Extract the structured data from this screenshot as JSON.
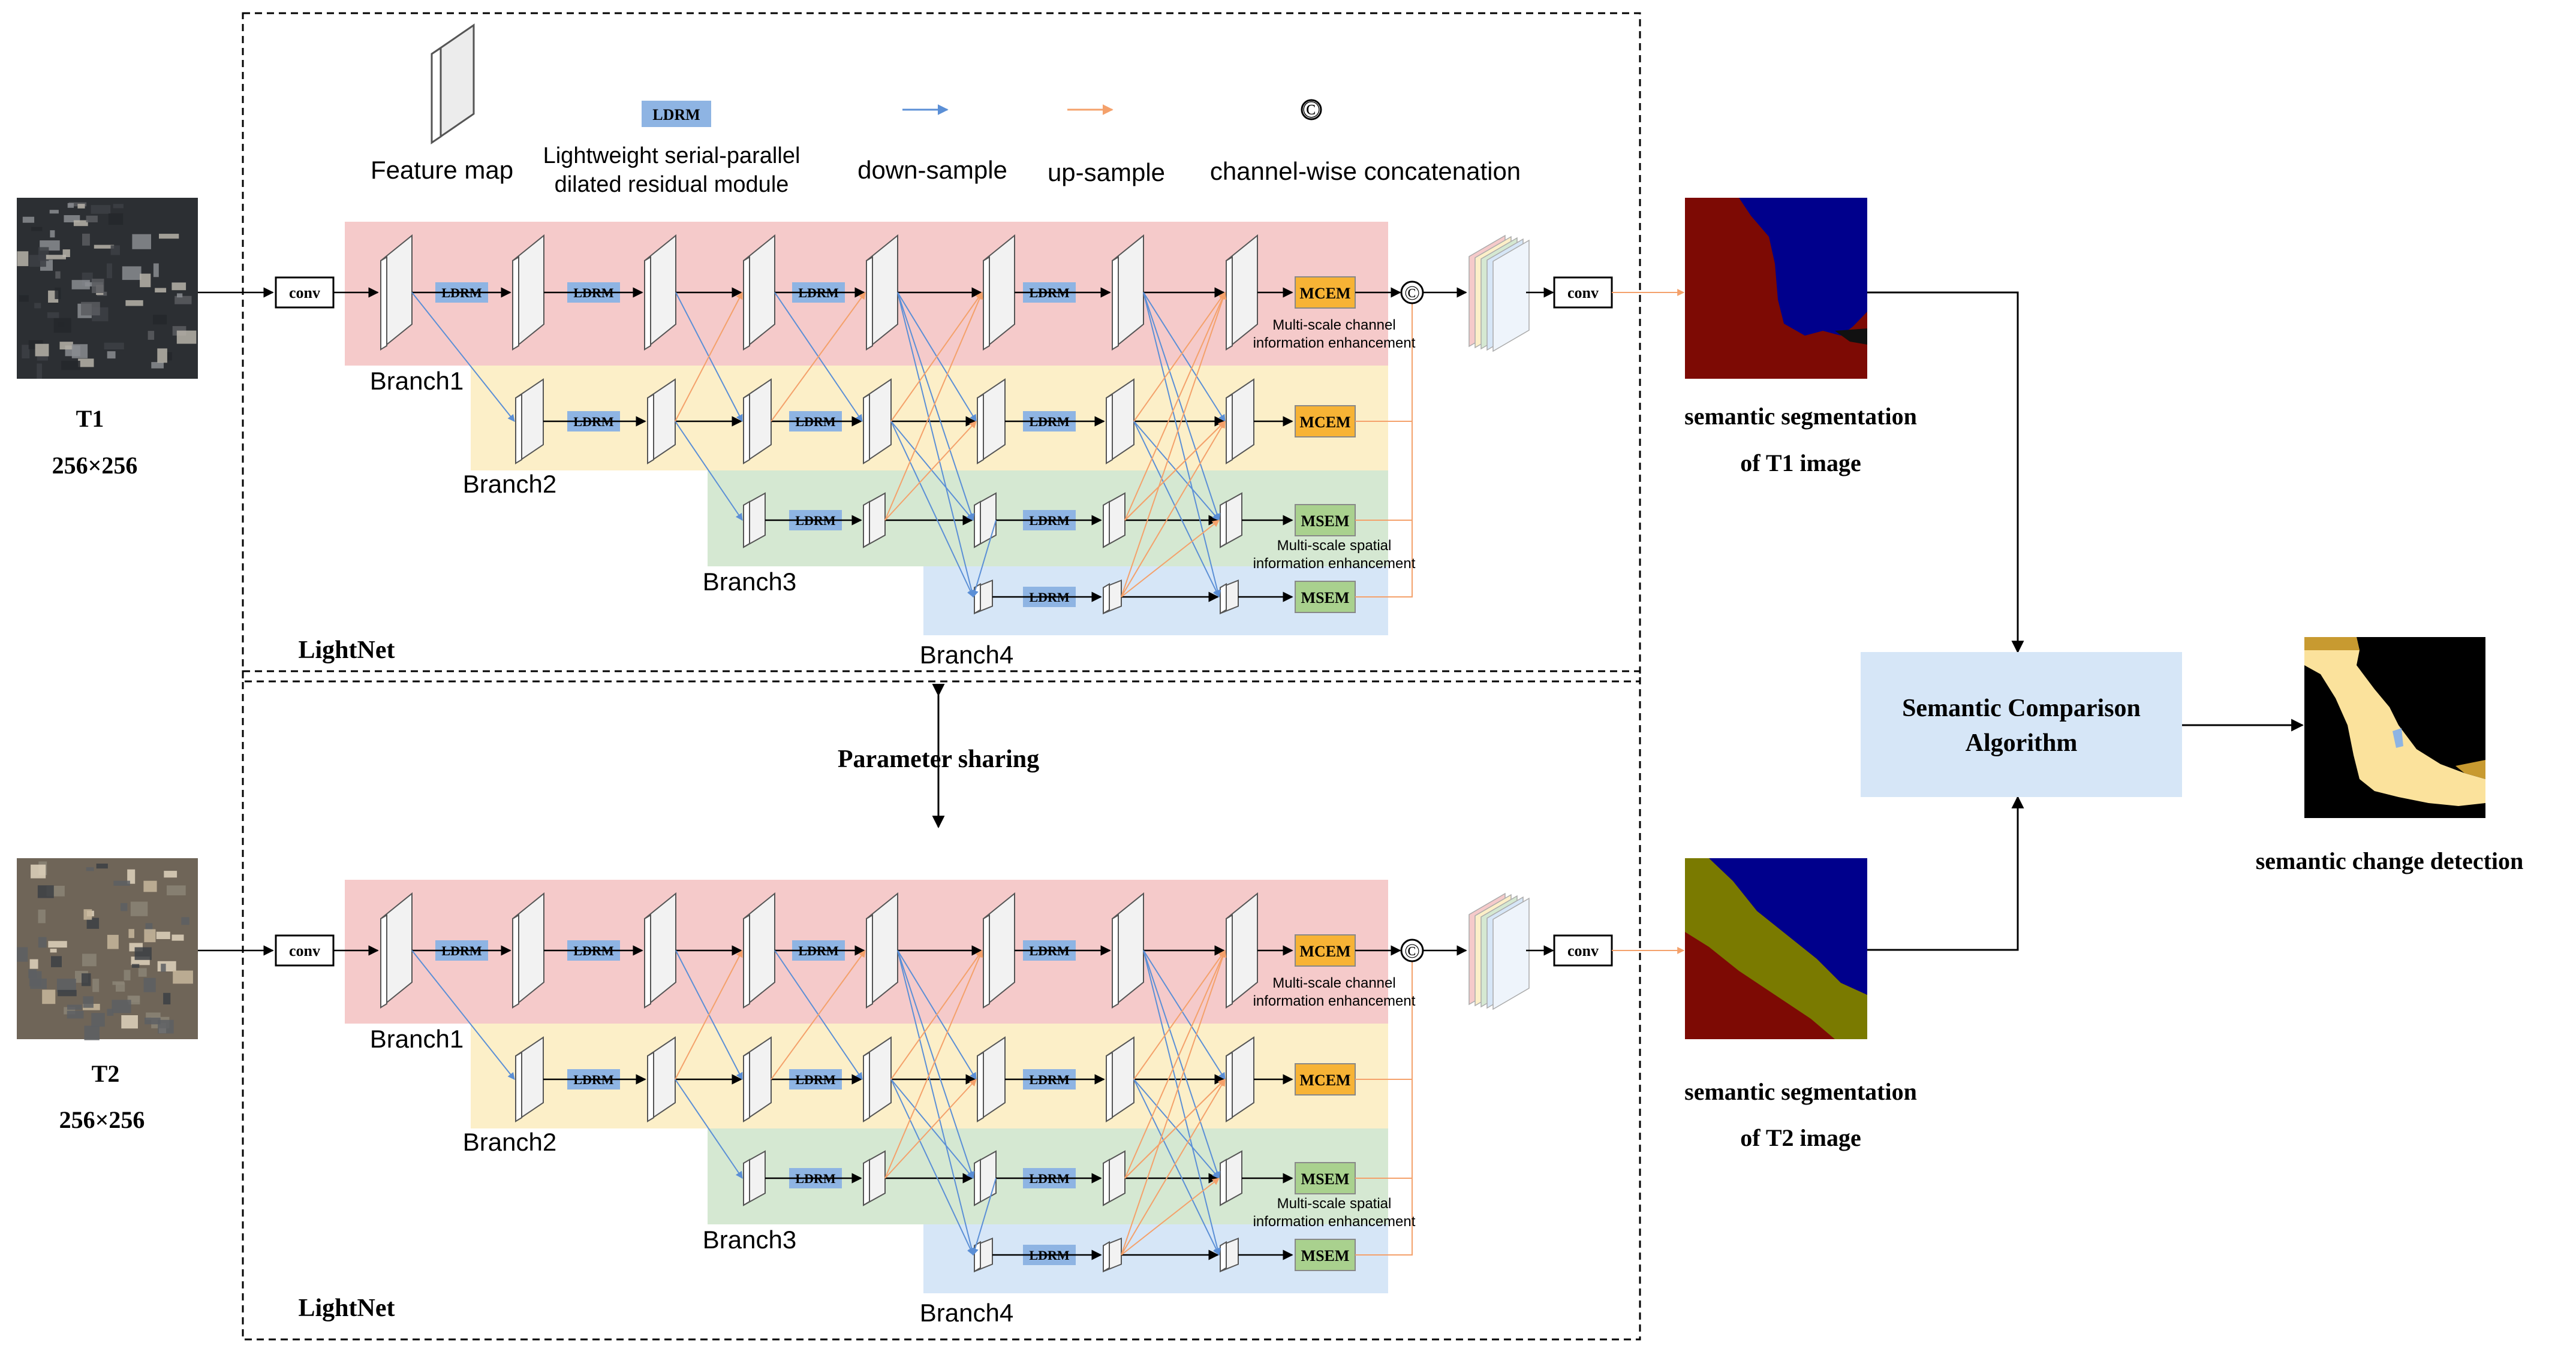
{
  "legend": {
    "feature_map": "Feature map",
    "ldrm_box": "LDRM",
    "ldrm_line1": "Lightweight serial-parallel",
    "ldrm_line2": "dilated residual module",
    "down_sample": "down-sample",
    "up_sample": "up-sample",
    "concat_symbol": "©",
    "concat": "channel-wise concatenation"
  },
  "blocks": {
    "conv": "conv",
    "ldrm": "LDRM",
    "mcem": "MCEM",
    "msem": "MSEM",
    "concat": "©",
    "mcem_desc1": "Multi-scale channel",
    "mcem_desc2": "information enhancement",
    "msem_desc1": "Multi-scale spatial",
    "msem_desc2": "information enhancement"
  },
  "branches": [
    "Branch1",
    "Branch2",
    "Branch3",
    "Branch4"
  ],
  "network_label": "LightNet",
  "inputs": {
    "t1_name": "T1",
    "t1_size": "256×256",
    "t2_name": "T2",
    "t2_size": "256×256"
  },
  "outputs": {
    "seg_t1_line1": "semantic segmentation",
    "seg_t1_line2": "of T1 image",
    "seg_t2_line1": "semantic segmentation",
    "seg_t2_line2": "of T2 image",
    "change": "semantic change detection"
  },
  "parameter_sharing": "Parameter sharing",
  "comparison_line1": "Semantic Comparison",
  "comparison_line2": "Algorithm",
  "colors": {
    "branch1_bg": "#f5caca",
    "branch2_bg": "#fcefc8",
    "branch3_bg": "#d5e8d2",
    "branch4_bg": "#d6e6f7",
    "ldrm": "#8eb4e3",
    "mcem": "#f7b335",
    "msem": "#a9d18e",
    "down_arrow": "#5b8fd6",
    "up_arrow": "#f4a16b",
    "comparison_bg": "#d6e6f7",
    "seg_red": "#7d0a04",
    "seg_blue": "#00008c",
    "seg_olive": "#7a7a00",
    "change_yellow": "#fbe29c",
    "change_tan": "#c89a30"
  }
}
